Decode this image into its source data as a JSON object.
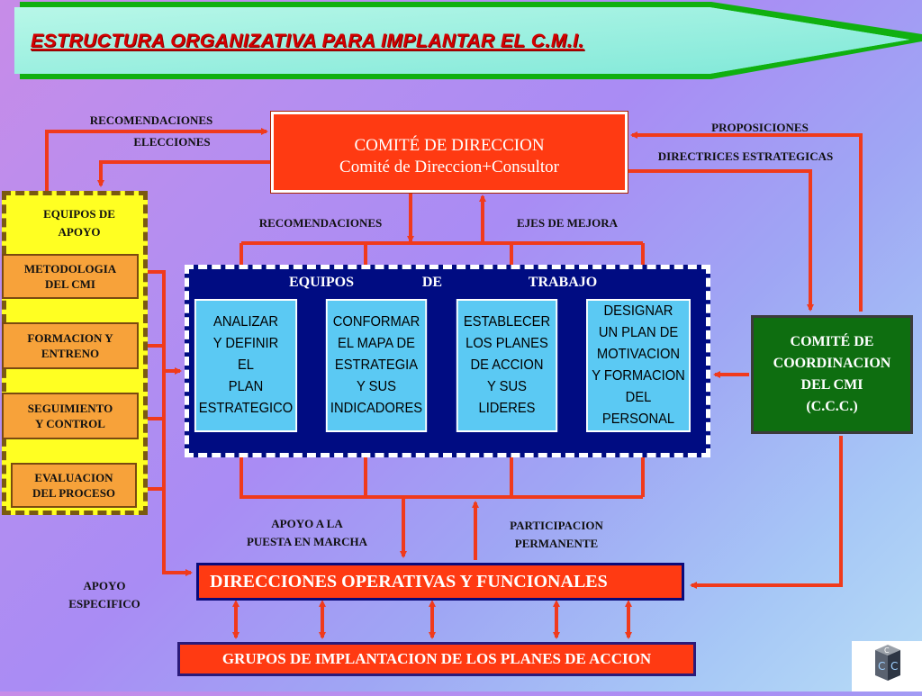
{
  "title": "ESTRUCTURA ORGANIZATIVA PARA IMPLANTAR EL C.M.I.",
  "top_box": {
    "line1": "COMITÉ DE DIRECCION",
    "line2": "Comité de Direccion+Consultor"
  },
  "labels": {
    "recomendaciones_top": "RECOMENDACIONES",
    "elecciones": "ELECCIONES",
    "proposiciones": "PROPOSICIONES",
    "directrices": "DIRECTRICES ESTRATEGICAS",
    "recomendaciones_mid": "RECOMENDACIONES",
    "ejes": "EJES DE MEJORA",
    "apoyo_marcha": "APOYO A LA\nPUESTA EN MARCHA",
    "participacion": "PARTICIPACION\nPERMANENTE",
    "apoyo_especifico": "APOYO\nESPECIFICO"
  },
  "support": {
    "heading": "EQUIPOS DE\nAPOYO",
    "items": [
      "METODOLOGIA\nDEL CMI",
      "FORMACION  Y\nENTRENO",
      "SEGUIMIENTO\nY CONTROL",
      "EVALUACION\nDEL PROCESO"
    ]
  },
  "work_teams": {
    "heading_words": [
      "EQUIPOS",
      "DE",
      "TRABAJO"
    ],
    "tasks": [
      "ANALIZAR\nY DEFINIR\nEL\nPLAN\nESTRATEGICO",
      "CONFORMAR\nEL MAPA DE\nESTRATEGIA\nY SUS\nINDICADORES",
      "ESTABLECER\nLOS PLANES\nDE ACCION\nY SUS\nLIDERES",
      "DESIGNAR\nUN PLAN DE\nMOTIVACION\nY FORMACION\nDEL PERSONAL"
    ]
  },
  "coordination": "COMITÉ DE\nCOORDINACION\nDEL CMI\n(C.C.C.)",
  "operations": "DIRECCIONES OPERATIVAS Y FUNCIONALES",
  "groups": "GRUPOS DE IMPLANTACION DE LOS PLANES DE ACCION",
  "logo_letters": [
    "C",
    "C",
    "C"
  ],
  "colors": {
    "arrow": "#f03a1c",
    "title": "#d40000",
    "navy": "#000c82",
    "green": "#0e6e10",
    "yellow": "#ffff22",
    "task": "#5bc9f3"
  }
}
